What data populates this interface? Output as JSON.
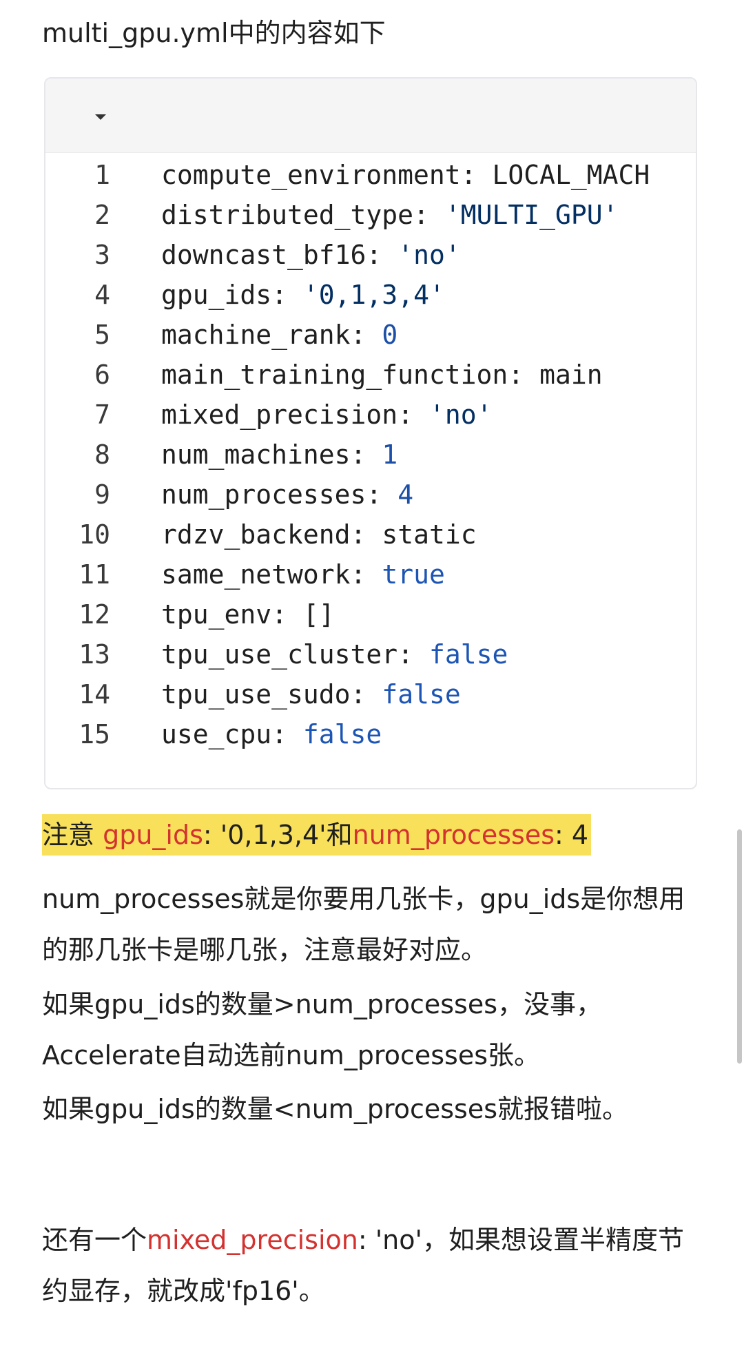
{
  "intro": "multi_gpu.yml中的内容如下",
  "code_block": {
    "collapse_icon": "caret-down-icon",
    "lines": [
      {
        "num": "1",
        "key": "compute_environment",
        "value": "LOCAL_MACH",
        "type": "plain"
      },
      {
        "num": "2",
        "key": "distributed_type",
        "value": "'MULTI_GPU'",
        "type": "str"
      },
      {
        "num": "3",
        "key": "downcast_bf16",
        "value": "'no'",
        "type": "str"
      },
      {
        "num": "4",
        "key": "gpu_ids",
        "value": "'0,1,3,4'",
        "type": "str"
      },
      {
        "num": "5",
        "key": "machine_rank",
        "value": "0",
        "type": "num"
      },
      {
        "num": "6",
        "key": "main_training_function",
        "value": "main",
        "type": "plain"
      },
      {
        "num": "7",
        "key": "mixed_precision",
        "value": "'no'",
        "type": "str"
      },
      {
        "num": "8",
        "key": "num_machines",
        "value": "1",
        "type": "num"
      },
      {
        "num": "9",
        "key": "num_processes",
        "value": "4",
        "type": "num"
      },
      {
        "num": "10",
        "key": "rdzv_backend",
        "value": "static",
        "type": "plain"
      },
      {
        "num": "11",
        "key": "same_network",
        "value": "true",
        "type": "bool"
      },
      {
        "num": "12",
        "key": "tpu_env",
        "value": "[]",
        "type": "plain"
      },
      {
        "num": "13",
        "key": "tpu_use_cluster",
        "value": "false",
        "type": "bool"
      },
      {
        "num": "14",
        "key": "tpu_use_sudo",
        "value": "false",
        "type": "bool"
      },
      {
        "num": "15",
        "key": "use_cpu",
        "value": "false",
        "type": "bool"
      }
    ]
  },
  "note": {
    "prefix": "注意 ",
    "key1": "gpu_ids",
    "mid": ": '0,1,3,4'和",
    "key2": "num_processes",
    "suffix": ": 4"
  },
  "paragraphs": {
    "p1": "num_processes就是你要用几张卡，gpu_ids是你想用的那几张卡是哪几张，注意最好对应。",
    "p2": "如果gpu_ids的数量>num_processes，没事，Accelerate自动选前num_processes张。",
    "p3": "如果gpu_ids的数量<num_processes就报错啦。",
    "p4_before": "还有一个",
    "p4_key": "mixed_precision",
    "p4_after": ": 'no'，如果想设置半精度节约显存，就改成'fp16'。"
  },
  "colors": {
    "highlight": "#f8e05a",
    "accent_red": "#d3322f",
    "string": "#032f62",
    "keyword": "#1c55b4"
  }
}
